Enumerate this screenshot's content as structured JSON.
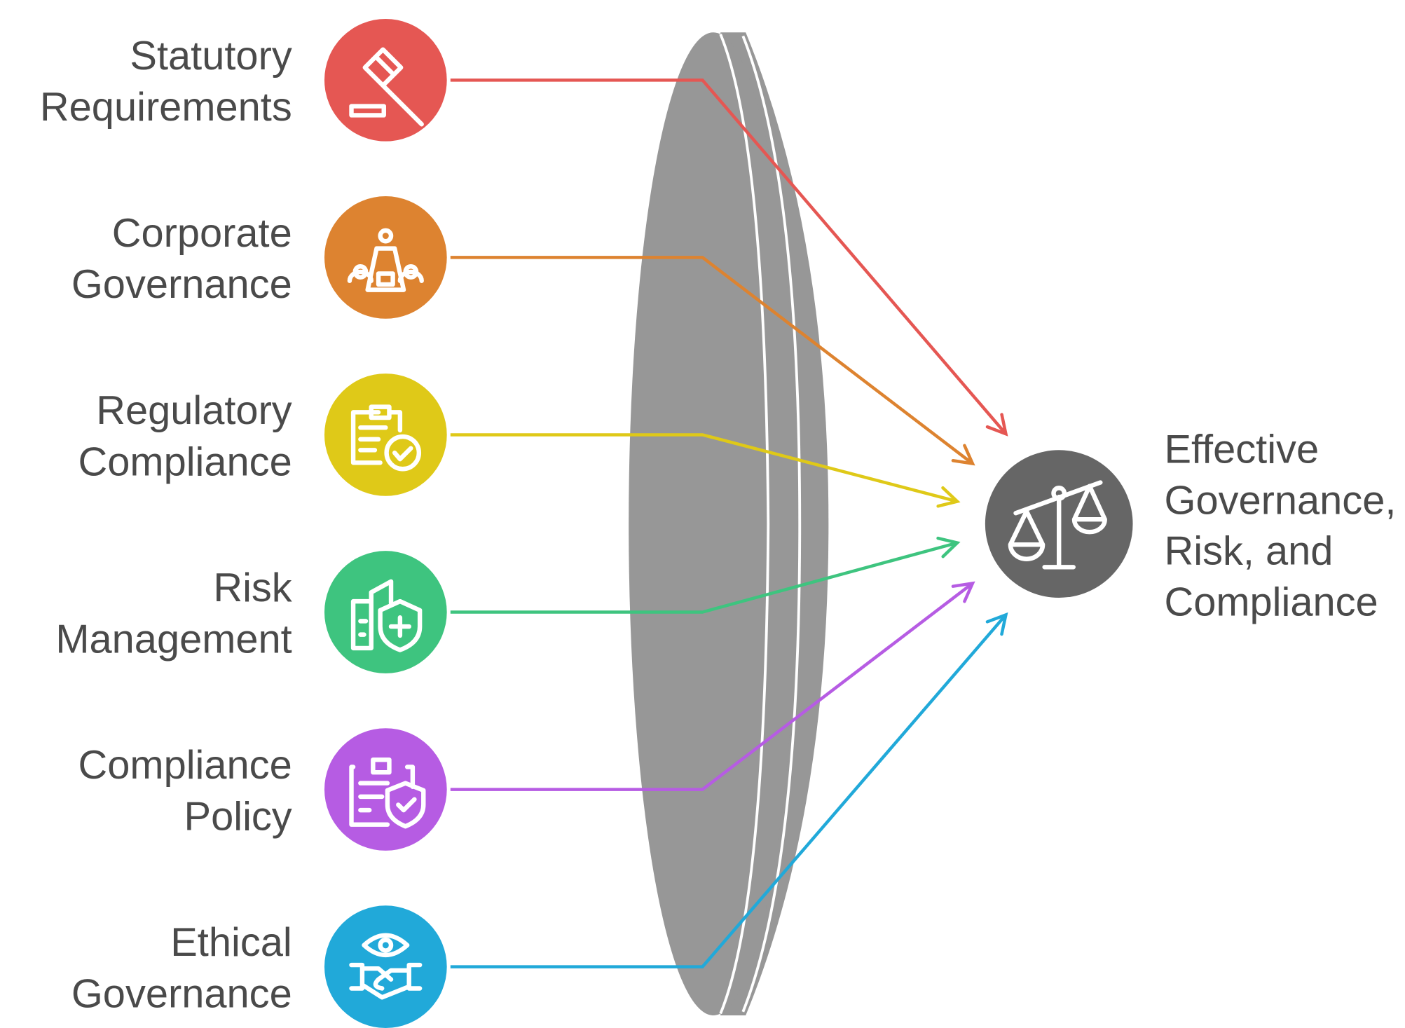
{
  "inputs": [
    {
      "line1": "Statutory",
      "line2": "Requirements",
      "color": "#e55753",
      "icon": "gavel-icon"
    },
    {
      "line1": "Corporate",
      "line2": "Governance",
      "color": "#dd8330",
      "icon": "boardroom-icon"
    },
    {
      "line1": "Regulatory",
      "line2": "Compliance",
      "color": "#dfc918",
      "icon": "clipboard-check-icon"
    },
    {
      "line1": "Risk",
      "line2": "Management",
      "color": "#3ec47f",
      "icon": "building-shield-icon"
    },
    {
      "line1": "Compliance",
      "line2": "Policy",
      "color": "#b65ce3",
      "icon": "clipboard-shield-icon"
    },
    {
      "line1": "Ethical",
      "line2": "Governance",
      "color": "#21a9d9",
      "icon": "eye-handshake-icon"
    }
  ],
  "output": {
    "lines": [
      "Effective",
      "Governance,",
      "Risk, and",
      "Compliance"
    ],
    "color": "#666666",
    "icon": "scales-icon"
  },
  "lens_color": "#979797"
}
